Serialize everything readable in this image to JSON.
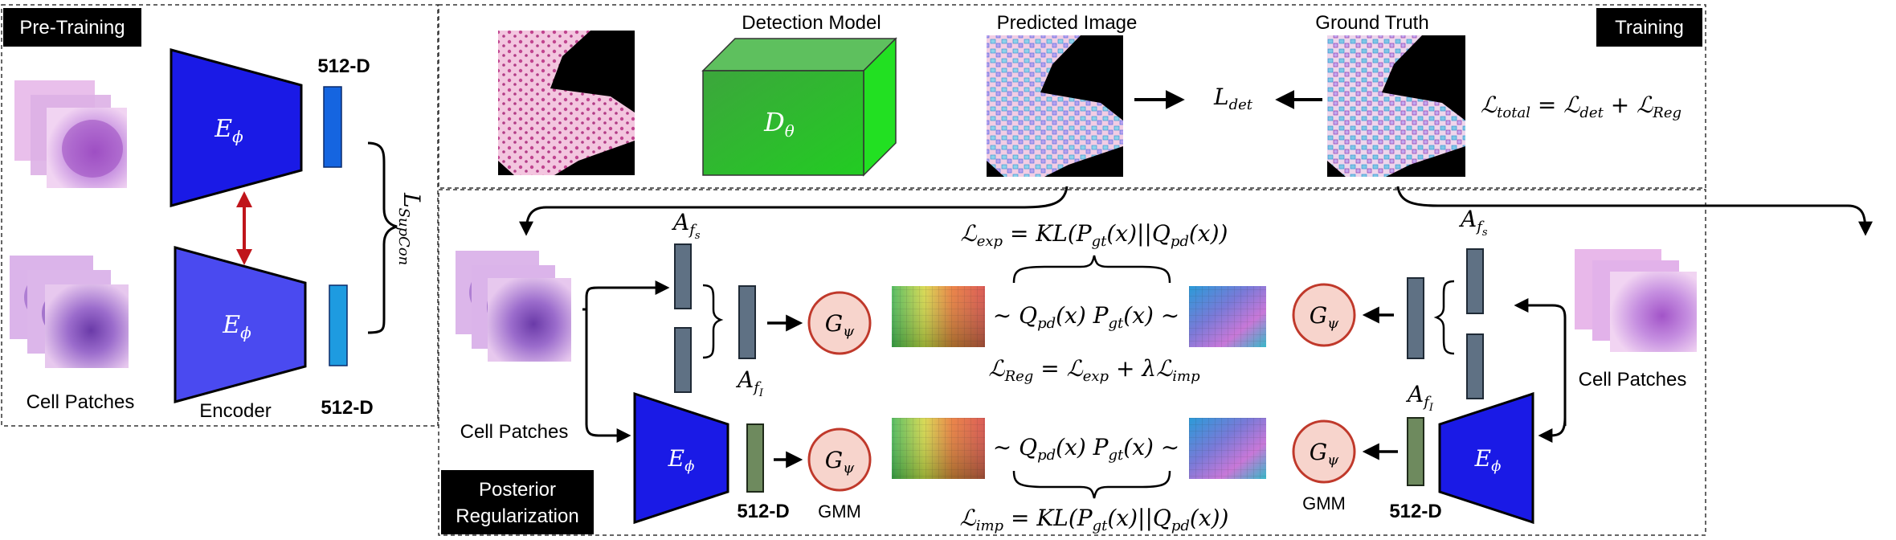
{
  "sections": {
    "pretraining": "Pre-Training",
    "training": "Training",
    "posterior": [
      "Posterior",
      "Regularization"
    ]
  },
  "pretraining": {
    "encoder_symbol": "E",
    "encoder_sub": "ϕ",
    "dim_label": "512-D",
    "loss_main": "L",
    "loss_sub": "SupCon",
    "cell_patches": "Cell Patches",
    "encoder": "Encoder"
  },
  "training": {
    "detection_model": "Detection Model",
    "predicted_image": "Predicted Image",
    "ground_truth": "Ground Truth",
    "detector_symbol": "D",
    "detector_sub": "θ",
    "l_det_main": "L",
    "l_det_sub": "det",
    "total_loss": {
      "l1": "ℒ",
      "s1": "total",
      "eq": " = ",
      "l2": "ℒ",
      "s2": "det",
      "plus": " + ",
      "l3": "ℒ",
      "s3": "Reg"
    }
  },
  "posterior": {
    "attn_s_main": "A",
    "attn_s_sub": "f",
    "attn_s_subsub": "s",
    "attn_i_main": "A",
    "attn_i_sub": "f",
    "attn_i_subsub": "I",
    "gmm_symbol": "G",
    "gmm_sub": "ψ",
    "gmm_label": "GMM",
    "dim_label": "512-D",
    "cell_patches": "Cell Patches",
    "encoder_symbol": "E",
    "encoder_sub": "ϕ",
    "exp_loss": "ℒexp = KL(Pgt(x)||Qpd(x))",
    "exp_parts": {
      "l": "ℒ",
      "s": "exp",
      "rest": " = KL(P",
      "g": "gt",
      "m": "(x)||Q",
      "p": "pd",
      "e": "(x))"
    },
    "imp_parts": {
      "l": "ℒ",
      "s": "imp",
      "rest": " = KL(P",
      "g": "gt",
      "m": "(x)||Q",
      "p": "pd",
      "e": "(x))"
    },
    "reg_parts": {
      "l1": "ℒ",
      "s1": "Reg",
      "eq": " = ",
      "l2": "ℒ",
      "s2": "exp",
      "plus": " + λ",
      "l3": "ℒ",
      "s3": "imp"
    },
    "dist_parts": {
      "t1": "∼ Q",
      "s1": "pd",
      "m1": "(x) P",
      "s2": "gt",
      "m2": "(x) ∼"
    },
    "colors": {
      "encoder_blue": "#1a1ae6",
      "encoder_blue2": "#4a4af0",
      "feature_blue": "#1565e0",
      "feature_light": "#1e9be0",
      "attention_gray": "#5f7184",
      "feature_green": "#6e8a5e",
      "gmm_fill": "#f7d4cc",
      "gmm_stroke": "#c0392b",
      "detector_green": "#22cc22",
      "contrast_arrow": "#c0151b"
    }
  }
}
